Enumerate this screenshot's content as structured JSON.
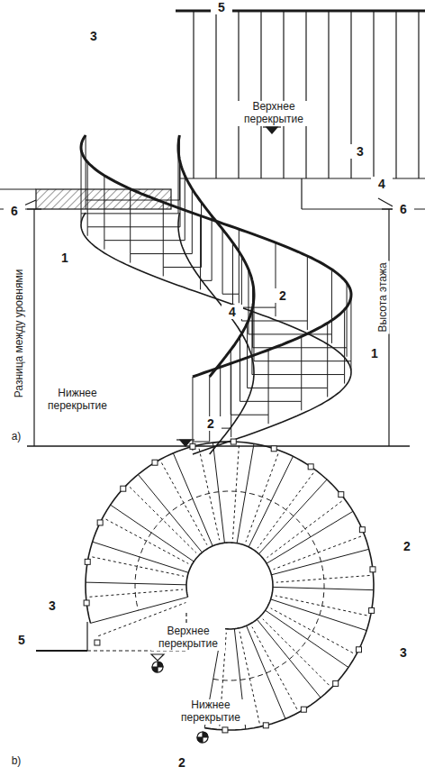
{
  "diagram": {
    "labels": [
      "5",
      "3",
      "Верхнее перекрытие",
      "6",
      "6",
      "3",
      "4",
      "2",
      "4",
      "1",
      "Разница между уровнями",
      "Высота этажа",
      "Нижнее перекрытие",
      "2",
      "1",
      "a)",
      "2",
      "3",
      "Верхнее перекрытие",
      "3",
      "5",
      "Нижнее перекрытие",
      "2",
      "b)"
    ]
  }
}
